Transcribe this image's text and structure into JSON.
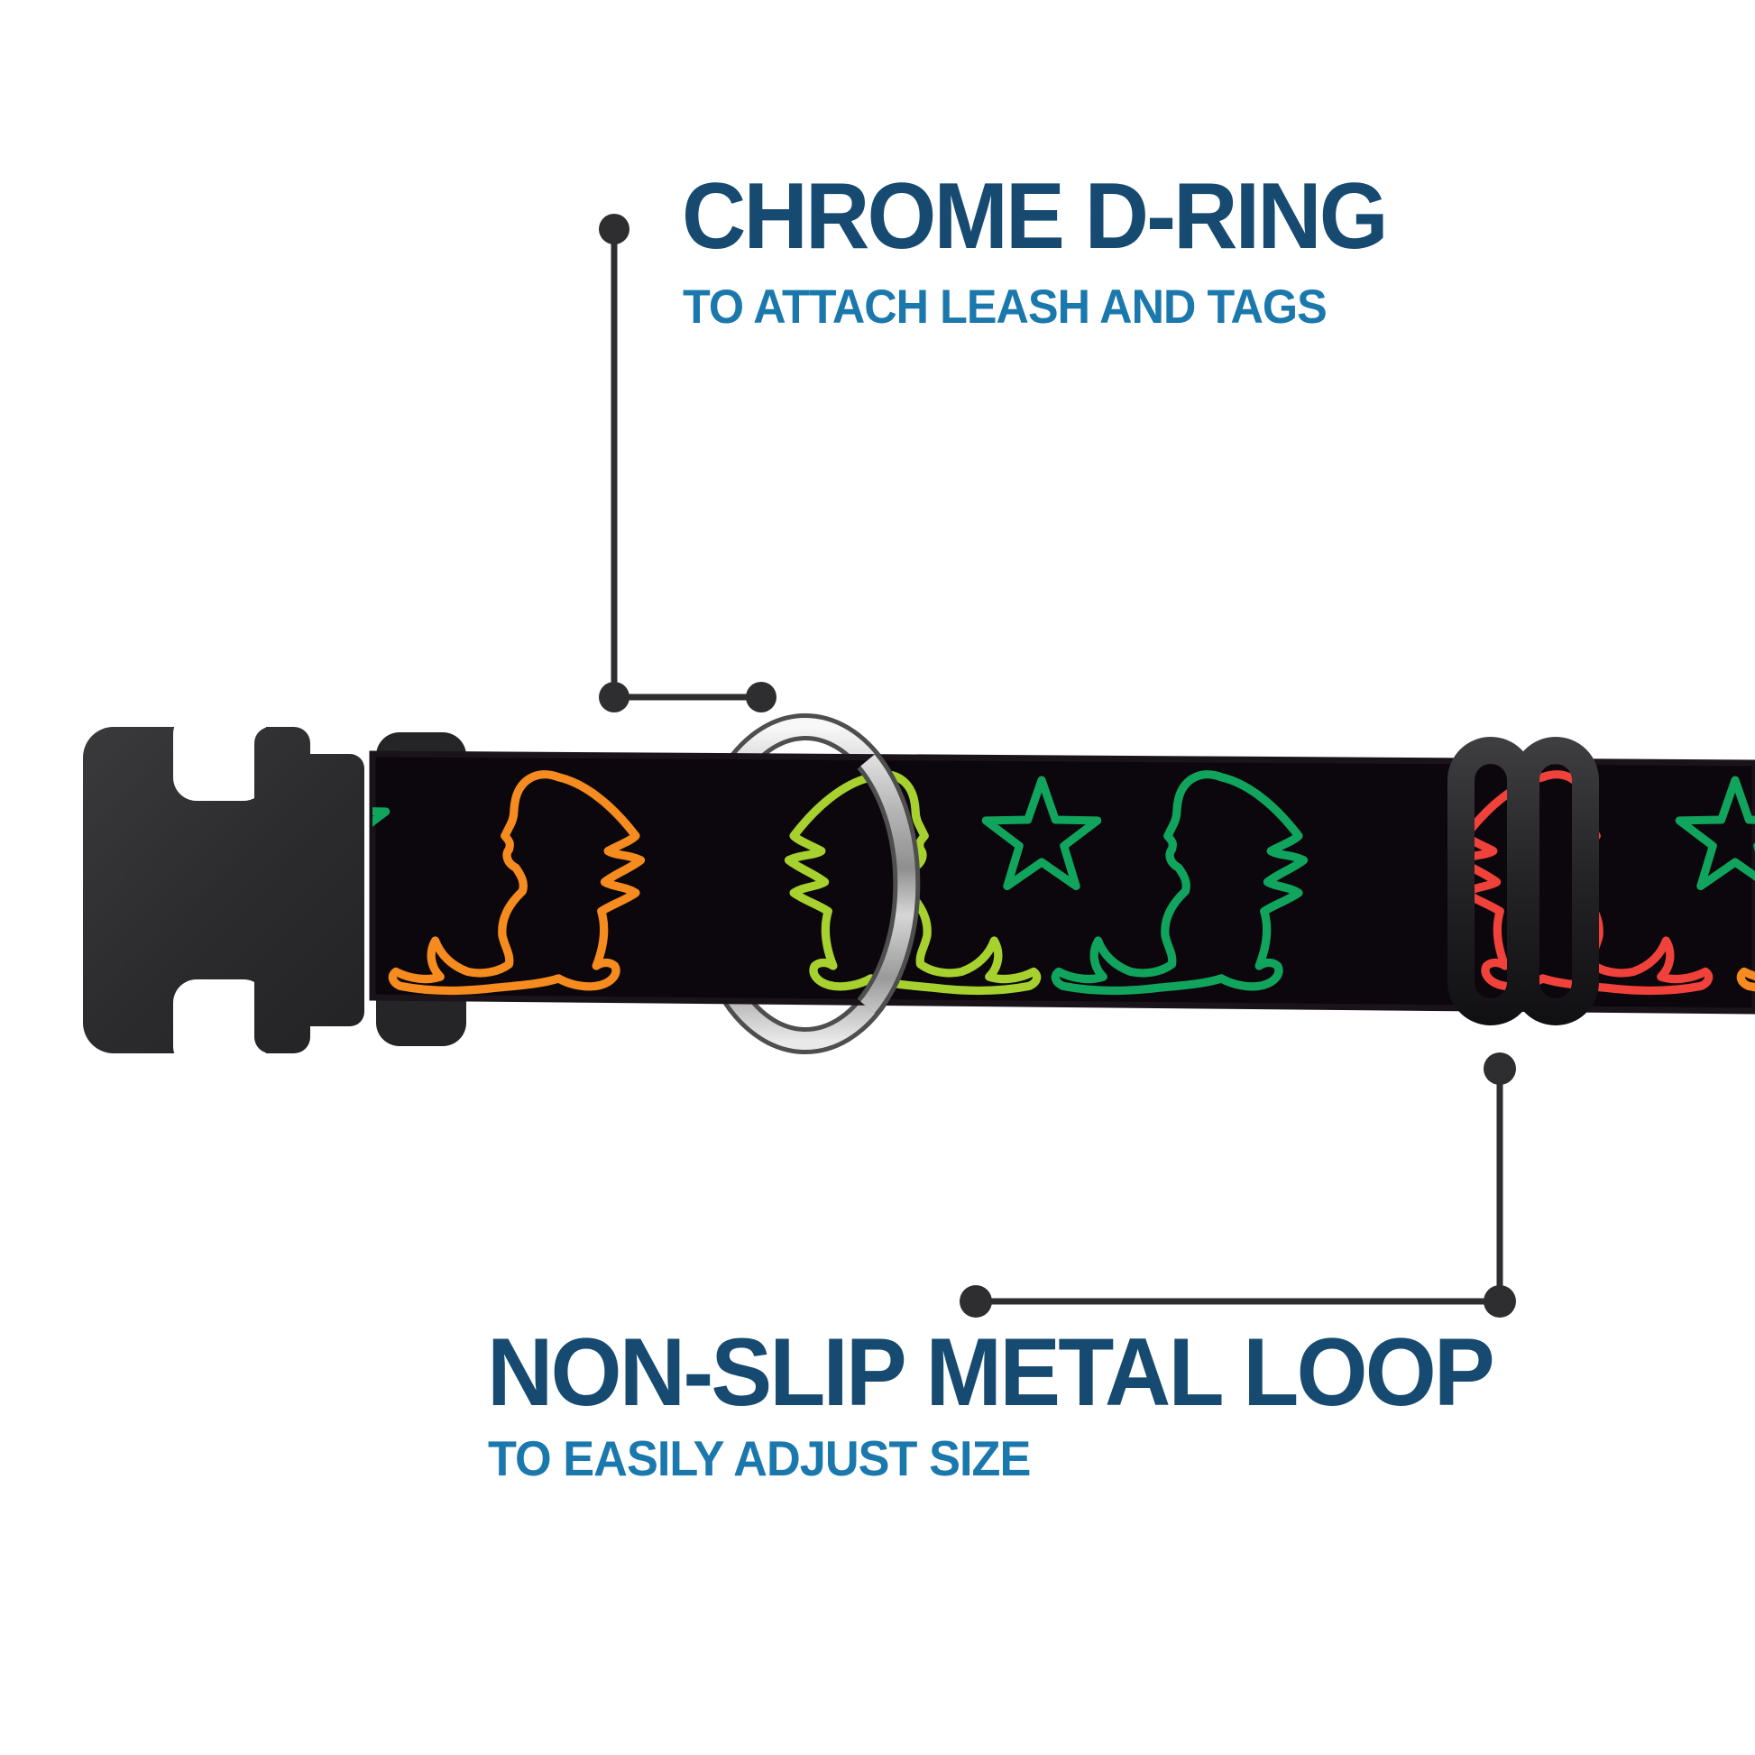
{
  "product_diagram": {
    "callouts": {
      "top": {
        "title": "CHROME D-RING",
        "subtitle": "TO ATTACH LEASH AND TAGS"
      },
      "bottom": {
        "title": "NON-SLIP METAL LOOP",
        "subtitle": "TO EASILY ADJUST SIZE"
      }
    },
    "parts": {
      "buckle": "black plastic side-release buckle",
      "d_ring": "chrome D-ring",
      "slide_loop": "non-slip metal slide loop",
      "strap": "black webbing collar strap"
    },
    "pattern": {
      "description": "neon-outline mudflap girl silhouettes and stars on black webbing",
      "figures": [
        {
          "type": "star",
          "color_key": "green"
        },
        {
          "type": "girl",
          "color_key": "orange",
          "facing": "left"
        },
        {
          "type": "girl",
          "color_key": "lime",
          "facing": "right"
        },
        {
          "type": "star",
          "color_key": "green"
        },
        {
          "type": "girl",
          "color_key": "green",
          "facing": "left"
        },
        {
          "type": "girl",
          "color_key": "red",
          "facing": "right"
        },
        {
          "type": "star",
          "color_key": "green"
        },
        {
          "type": "girl",
          "color_key": "orange",
          "facing": "left"
        }
      ]
    }
  },
  "colors": {
    "title": "#164a70",
    "subtitle": "#1b78ad",
    "connector": "#2e2e31",
    "strap": "#0c070c",
    "strap_edge": "#1a141a",
    "plastic_dark": "#29292b",
    "chrome_mid": "#c8c8c8",
    "orange": "#f68b1f",
    "lime": "#a6d12f",
    "green": "#10a45d",
    "red": "#f0413b"
  }
}
